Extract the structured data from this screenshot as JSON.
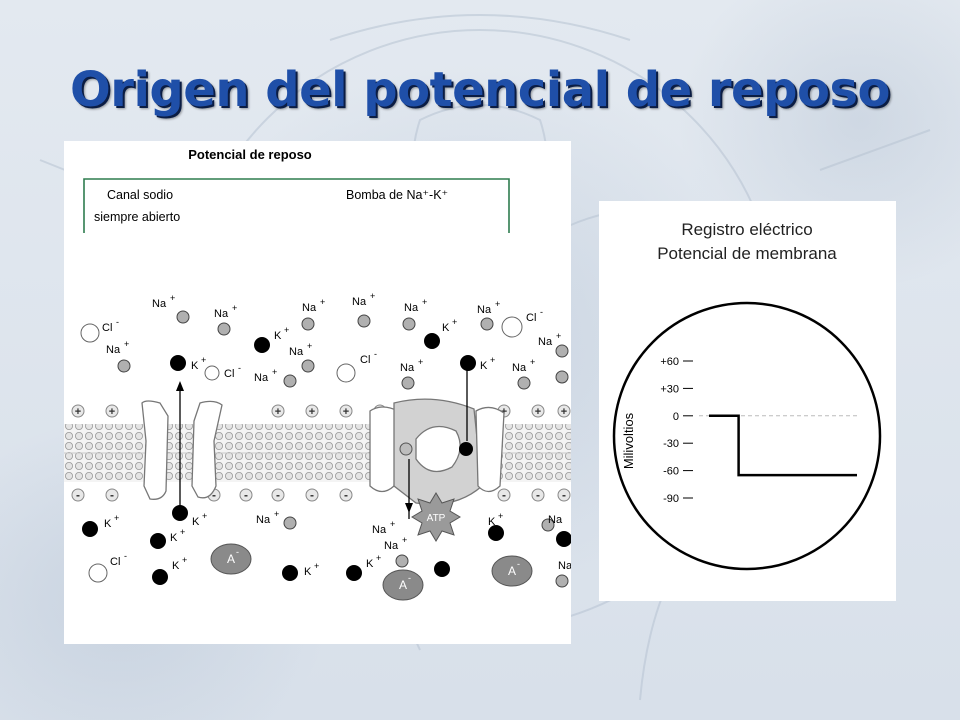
{
  "slide": {
    "title": "Origen del potencial de reposo"
  },
  "membrane_diagram": {
    "heading": "Potencial de reposo",
    "label_channel_line1": "Canal sodio",
    "label_channel_line2": "siempre abierto",
    "label_pump": "Bomba de Na⁺-K⁺",
    "ion_na": "Na",
    "ion_k": "K",
    "ion_cl": "Cl",
    "anion": "A",
    "atp": "ATP",
    "plus": "+",
    "minus": "-"
  },
  "recording": {
    "title_line1": "Registro eléctrico",
    "title_line2": "Potencial de membrana",
    "ylabel": "Milivoltios",
    "ticks": [
      "+60",
      "+30",
      "0",
      "-30",
      "-60",
      "-90"
    ]
  },
  "chart_data": {
    "type": "line",
    "title": "Registro eléctrico Potencial de membrana",
    "ylabel": "Milivoltios",
    "yticks": [
      60,
      30,
      0,
      -30,
      -60,
      -90
    ],
    "ylim": [
      -90,
      60
    ],
    "series": [
      {
        "points": [
          [
            0,
            0
          ],
          [
            1,
            0
          ],
          [
            1,
            -65
          ],
          [
            5,
            -65
          ]
        ]
      }
    ],
    "reference_line": 0
  },
  "colors": {
    "title": "#1f4fa8",
    "title_shadow": "#0b1d44",
    "frame_green": "#2e7d4f",
    "anion_fill": "#8a8a8a",
    "gridline": "#bbbbbb"
  }
}
